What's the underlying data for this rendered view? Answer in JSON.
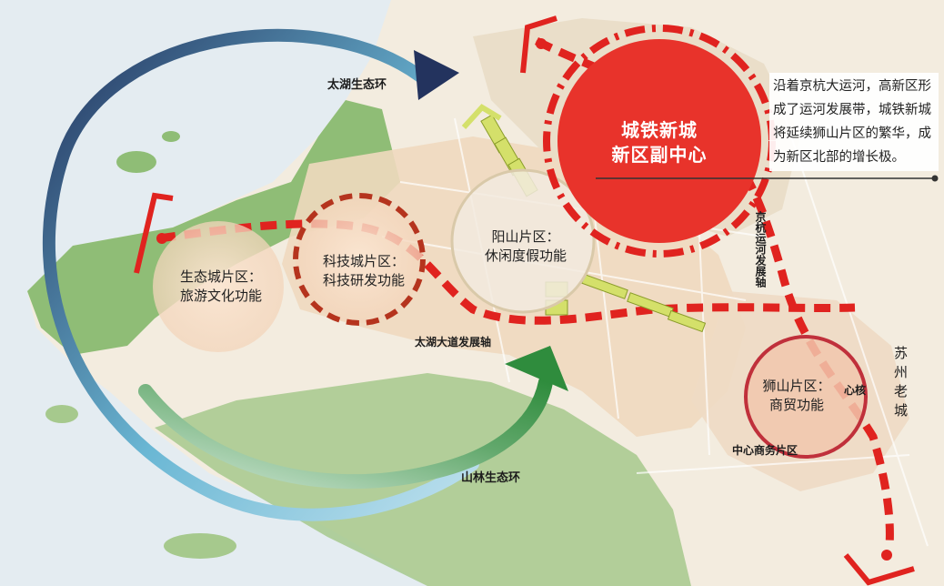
{
  "map": {
    "ring_labels": {
      "taihu_eco_ring": "太湖生态环",
      "forest_eco_ring": "山林生态环"
    },
    "zones": {
      "eco_city": {
        "name": "生态城片区：",
        "function": "旅游文化功能"
      },
      "tech_city": {
        "name": "科技城片区：",
        "function": "科技研发功能"
      },
      "yangshan": {
        "name": "阳山片区：",
        "function": "休闲度假功能"
      },
      "shishan": {
        "name": "狮山片区：",
        "function": "商贸功能"
      },
      "intercity_core": {
        "name": "城铁新城",
        "function": "新区副中心"
      }
    },
    "axis_labels": {
      "taihu_avenue": "太湖大道发展轴",
      "canal_axis": "京杭运河发展轴",
      "suzhou_old_town": "苏州老城",
      "central_business": "中心商务片区",
      "heart_fragment": "心核"
    },
    "annotation": "沿着京杭大运河，高新区形成了运河发展带，城铁新城将延续狮山片区的繁华，成为新区北部的增长极。",
    "colors": {
      "red_axis": "#e0231f",
      "core_red": "#e8332b",
      "ring_blue": "#6ab7d4",
      "ring_navy": "#23335e",
      "ring_green": "#2f8c3d",
      "lake": "#e4ecf1",
      "land_green": "#8fbd76",
      "mountain_green": "#a6c98d",
      "urban_beige": "#efd9bf"
    }
  }
}
